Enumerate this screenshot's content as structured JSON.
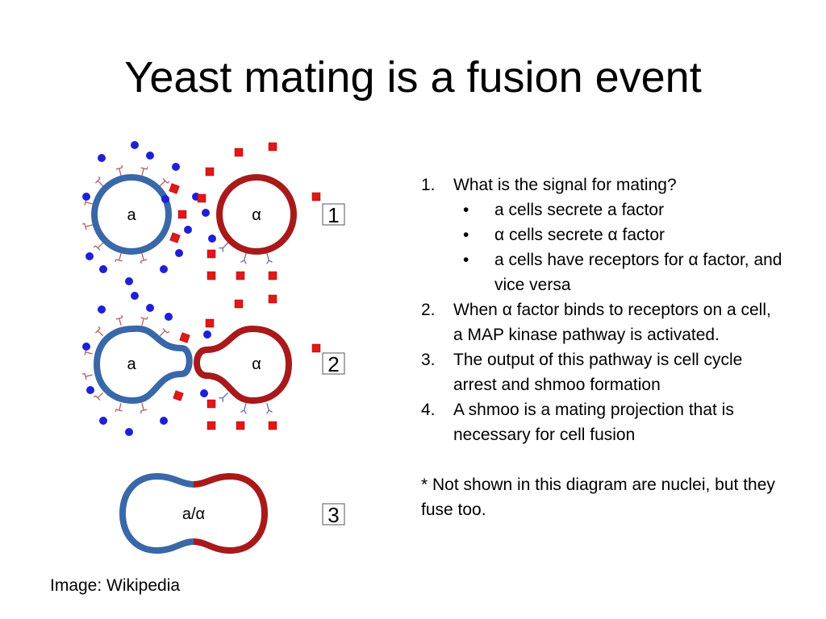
{
  "slide": {
    "title": "Yeast mating is a fusion event",
    "credit": "Image: Wikipedia"
  },
  "diagram": {
    "colors": {
      "a_cell": "#3a67a8",
      "alpha_cell": "#a81a1a",
      "a_factor_dot": "#1f1fd8",
      "alpha_factor_square": "#e01818",
      "a_receptor": "#b06060",
      "alpha_receptor": "#6a6ab8"
    },
    "panels": [
      {
        "label": "1",
        "a_cell": "a",
        "alpha_cell": "α"
      },
      {
        "label": "2",
        "a_cell": "a",
        "alpha_cell": "α"
      },
      {
        "label": "3",
        "fused_cell": "a/α"
      }
    ]
  },
  "text": {
    "items": [
      {
        "num": "1.",
        "text": "What is the signal for mating?",
        "bullets": [
          {
            "dot": "•",
            "text": "a cells secrete a factor"
          },
          {
            "dot": "•",
            "text": "α cells secrete α factor"
          },
          {
            "dot": "•",
            "text": "a cells have receptors for α factor, and vice versa"
          }
        ]
      },
      {
        "num": "2.",
        "text": "When α factor binds to receptors on a cell, a MAP kinase pathway is activated."
      },
      {
        "num": "3.",
        "text": "The output of this pathway is cell cycle arrest and shmoo formation"
      },
      {
        "num": "4.",
        "text": "A shmoo is a mating projection that is necessary for cell fusion"
      }
    ],
    "note": "* Not shown in this diagram are nuclei, but they fuse too."
  }
}
